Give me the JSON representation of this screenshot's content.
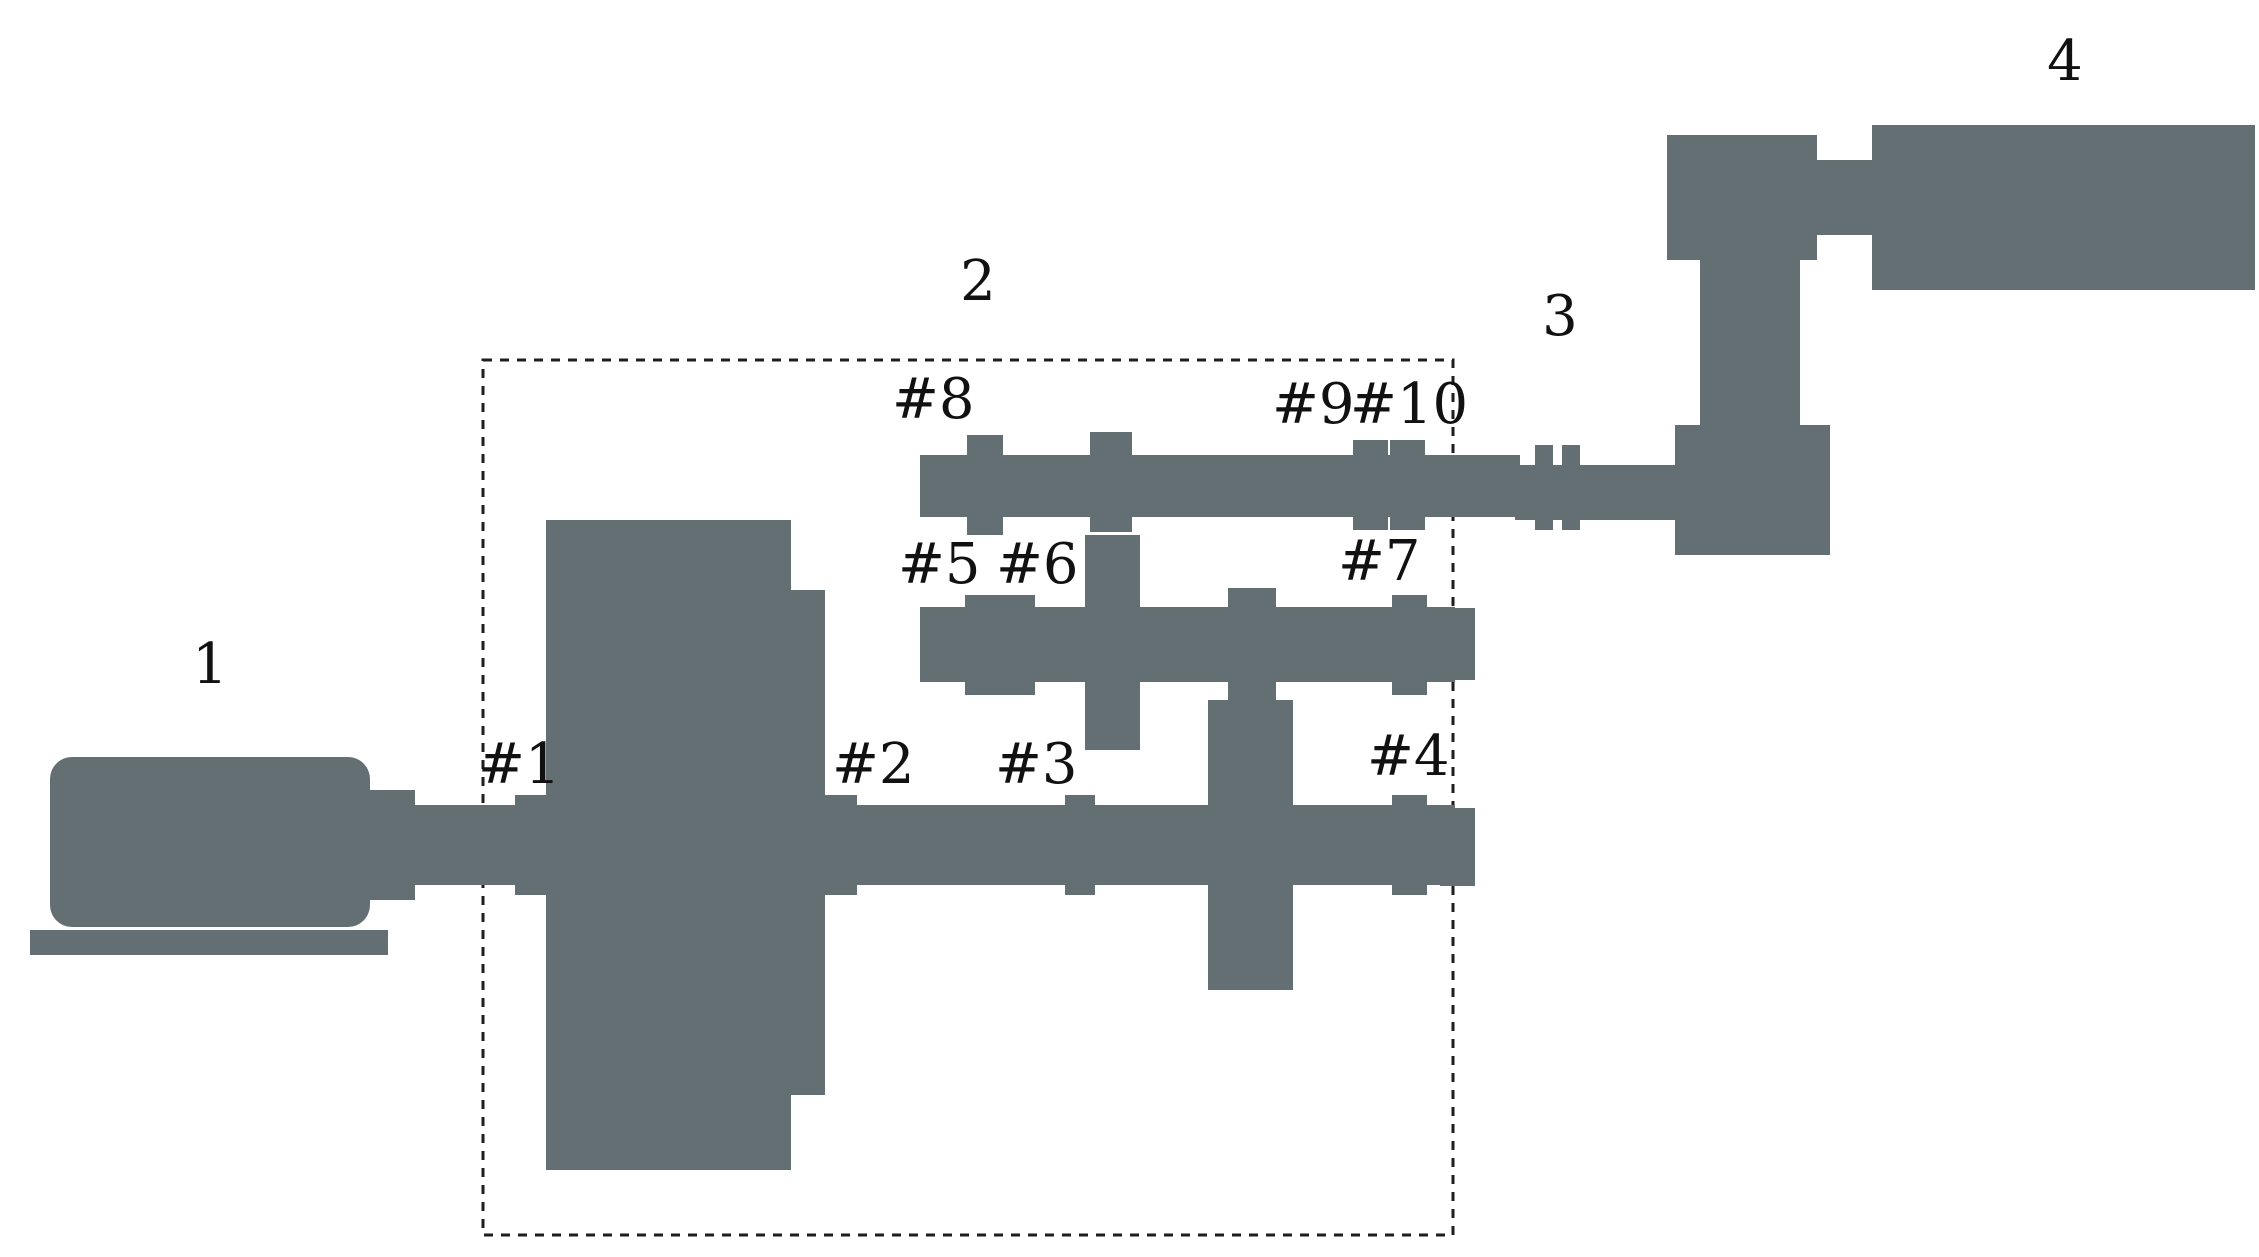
{
  "colors": {
    "component_fill": "#646f74",
    "boundary_stroke": "#1e1e1e",
    "label_text": "#111111",
    "background": "#ffffff"
  },
  "components": {
    "motor": "1",
    "gearbox": "2",
    "coupling": "3",
    "load": "4"
  },
  "bearings": {
    "b1": "#1",
    "b2": "#2",
    "b3": "#3",
    "b4": "#4",
    "b5": "#5",
    "b6": "#6",
    "b7": "#7",
    "b8": "#8",
    "b9": "#9",
    "b10": "#10"
  }
}
